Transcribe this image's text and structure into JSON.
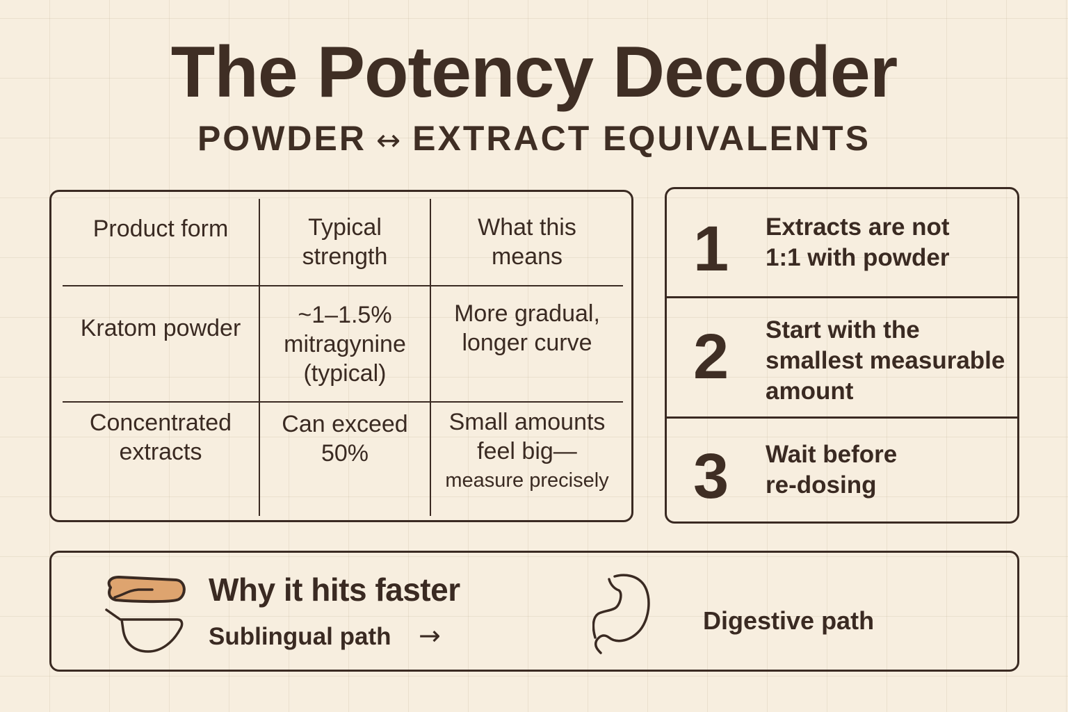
{
  "header": {
    "title": "The Potency Decoder",
    "subtitle_left": "POWDER",
    "subtitle_arrow": "↔",
    "subtitle_right": "EXTRACT EQUIVALENTS"
  },
  "comparison_table": {
    "columns": [
      "Product form",
      "Typical strength",
      "What this means"
    ],
    "column_lines": [
      [
        "Product form"
      ],
      [
        "Typical",
        "strength"
      ],
      [
        "What this",
        "means"
      ]
    ],
    "rows": [
      {
        "product_form": [
          "Kratom powder"
        ],
        "typical_strength": [
          "~1–1.5%",
          "mitragynine",
          "(typical)"
        ],
        "what_this_means": [
          "More gradual,",
          "longer curve"
        ]
      },
      {
        "product_form": [
          "Concentrated",
          "extracts"
        ],
        "typical_strength": [
          "Can exceed",
          "50%"
        ],
        "what_this_means": [
          "Small amounts",
          "feel big—",
          "measure precisely"
        ]
      }
    ]
  },
  "steps": [
    {
      "number": "1",
      "lines": [
        "Extracts are not",
        "1:1 with powder"
      ]
    },
    {
      "number": "2",
      "lines": [
        "Start with the",
        "smallest measurable",
        "amount"
      ]
    },
    {
      "number": "3",
      "lines": [
        "Wait before",
        "re-dosing"
      ]
    }
  ],
  "bottom_panel": {
    "title": "Why it hits faster",
    "sublingual_label": "Sublingual path",
    "arrow": "→",
    "digestive_label": "Digestive path",
    "icons": [
      "tongue-mouth-icon",
      "stomach-icon"
    ],
    "accent_color": "#dea46f"
  },
  "colors": {
    "background": "#f7eedf",
    "ink": "#3a2a22",
    "accent": "#dea46f"
  }
}
